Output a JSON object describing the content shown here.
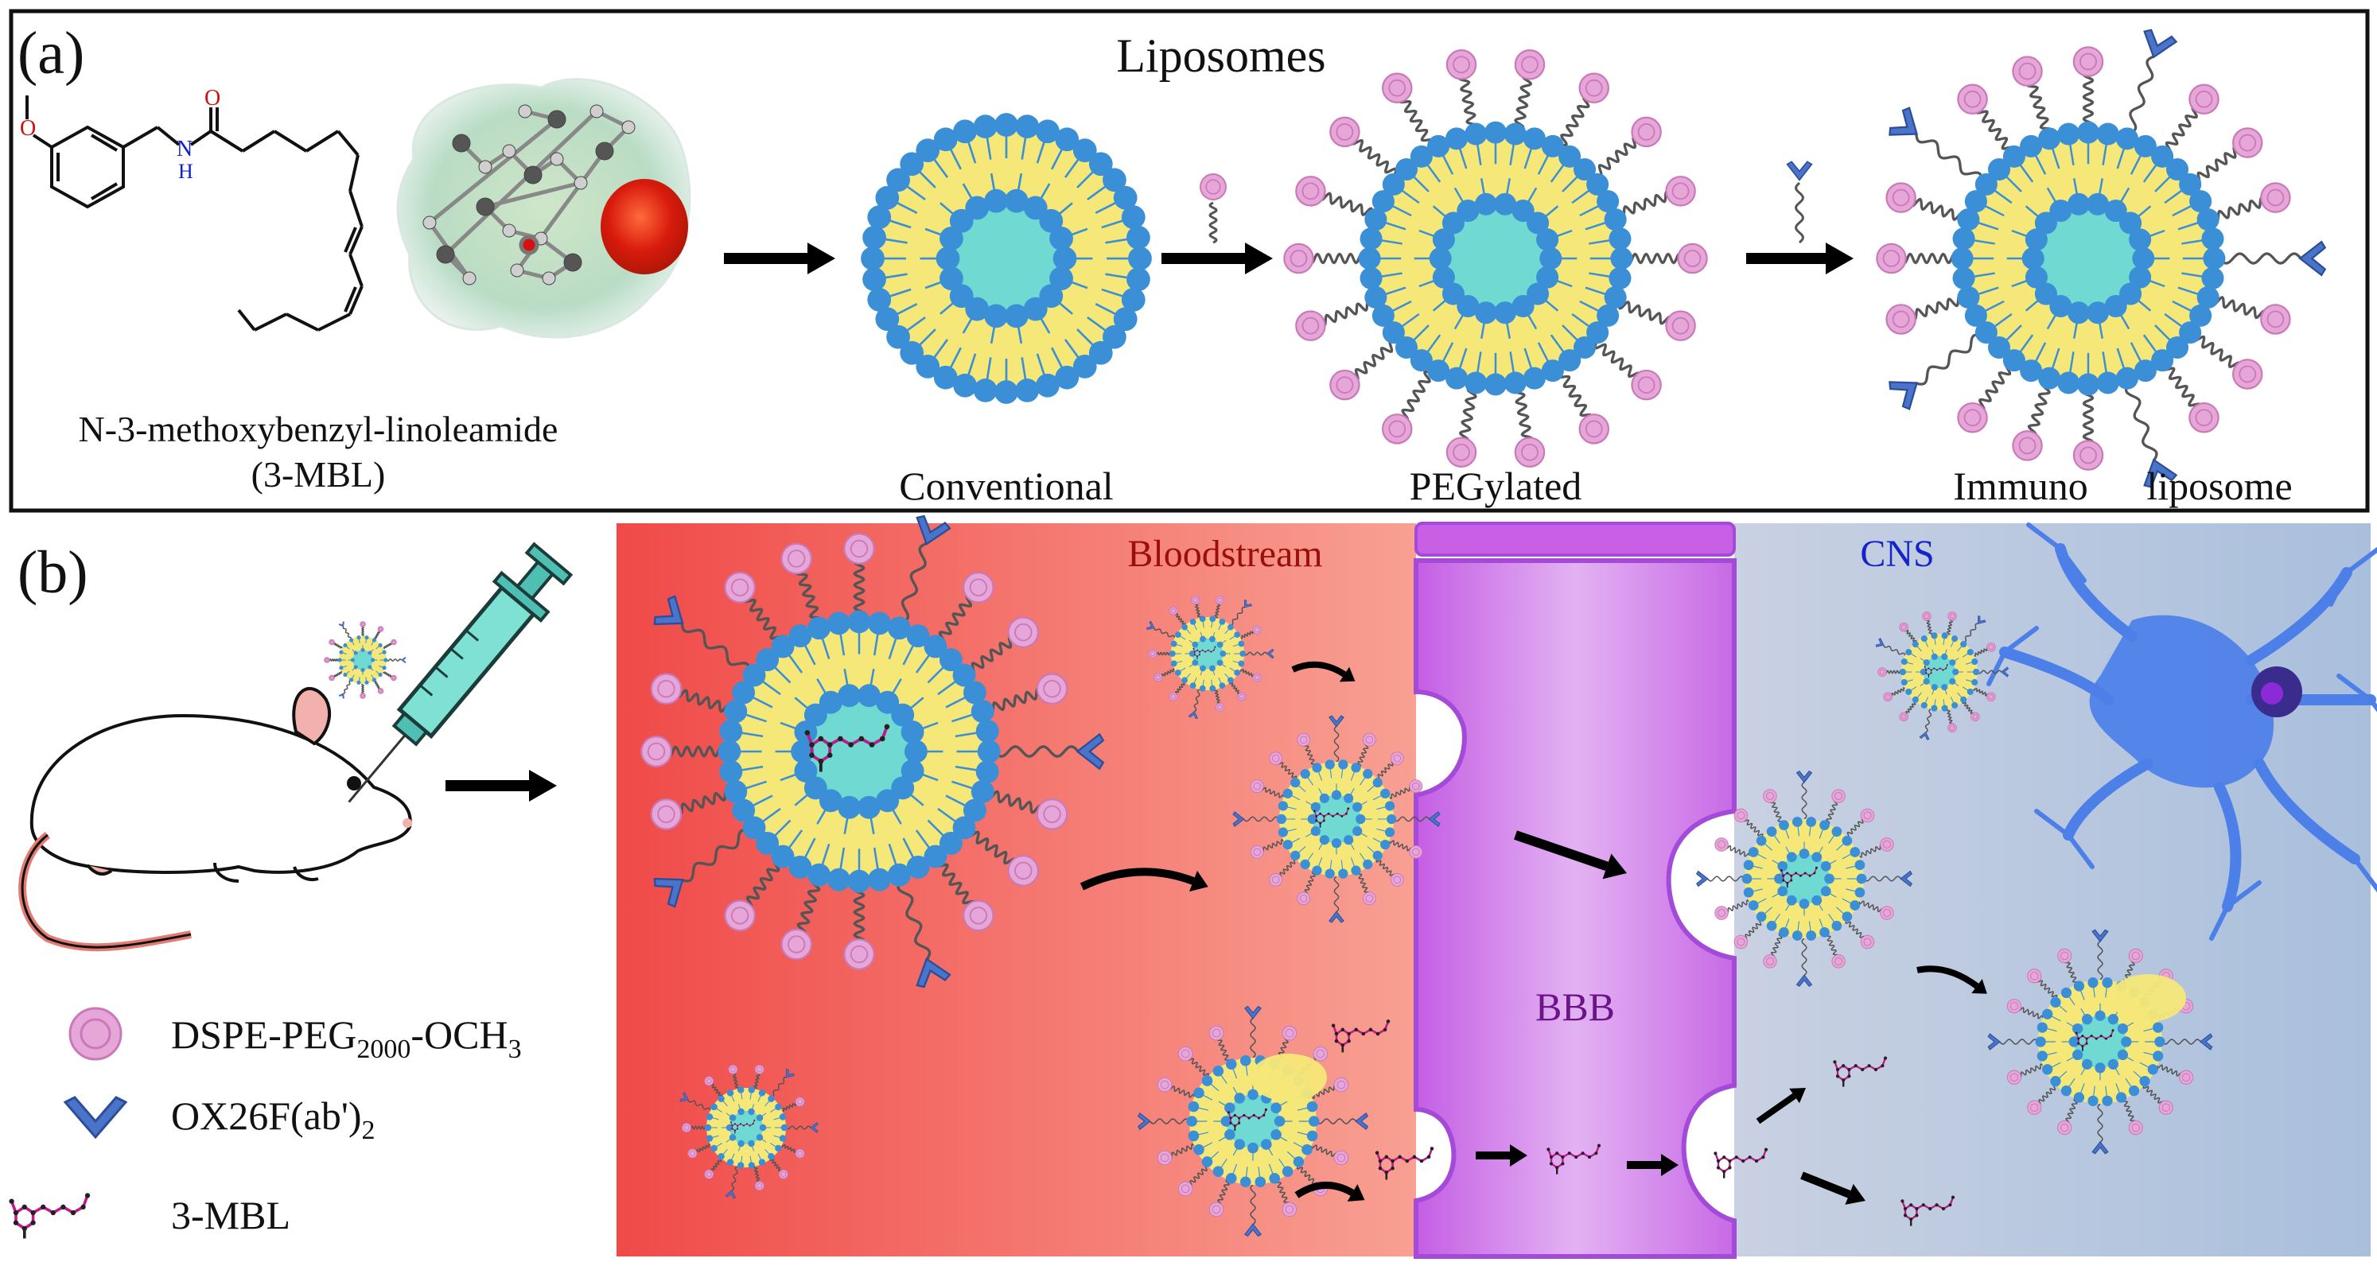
{
  "panel_a": {
    "label": "(a)",
    "heading": "Liposomes",
    "compound_name": "N-3-methoxybenzyl-linoleamide",
    "compound_abbrev": "(3-MBL)",
    "atom_o": "O",
    "atom_n": "N",
    "atom_h": "H",
    "stage_conventional": "Conventional",
    "stage_pegylated": "PEGylated",
    "stage_immuno": "Immuno",
    "stage_immuno_2": "liposome"
  },
  "panel_b": {
    "label": "(b)",
    "region_blood": "Bloodstream",
    "region_bbb": "BBB",
    "region_cns": "CNS"
  },
  "legend": {
    "peg_main": "DSPE-PEG",
    "peg_sub": "2000",
    "peg_mid": "-OCH",
    "peg_sub2": "3",
    "ab_main": "OX26F(ab')",
    "ab_sub": "2",
    "drug_label": "3-MBL"
  },
  "colors": {
    "bilayer_head": "#3a8fd6",
    "bilayer_core": "#f5e878",
    "aqueous_core": "#6fd9d2",
    "peg_head": "#e7a6d8",
    "antibody": "#4a74c9",
    "drug": "#c2188a",
    "blood_left": "#f04848",
    "blood_right": "#f79a8c",
    "bbb": "#c86ae6",
    "cns": "#b7c6dc",
    "neuron": "#4c7fe8"
  }
}
